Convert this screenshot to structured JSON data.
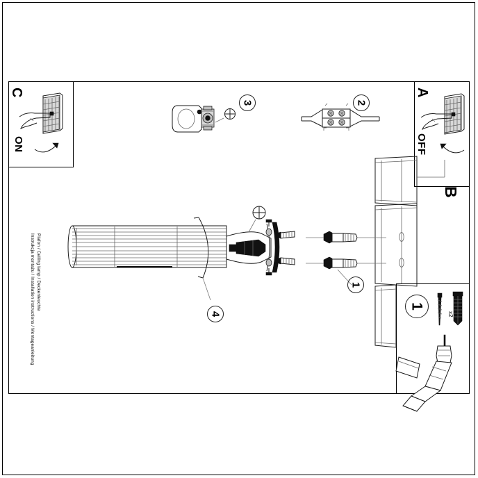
{
  "document": {
    "type": "installation-instruction-sheet",
    "orientation": "landscape-rotated-90",
    "title_line_1": "Instrukcja montażu / Installation instructions / Montageanleitung",
    "title_line_2": "Plafon / Ceiling lamp / Deckenleuchte"
  },
  "panels": {
    "c": {
      "letter": "C",
      "state_label": "ON",
      "caption": "hand switching breaker on"
    },
    "a": {
      "letter": "A",
      "state_label": "OFF",
      "caption": "hand switching breaker off"
    },
    "b": {
      "letter": "B",
      "caption": "main assembly view"
    },
    "step1_inset": {
      "letter": "1",
      "quantity_label": "x2",
      "caption": "drill holes, insert anchors and screws"
    }
  },
  "callouts": [
    {
      "id": "1",
      "label": "1",
      "refers_to": "wall anchor with screw"
    },
    {
      "id": "2",
      "label": "2",
      "refers_to": "terminal block wire connection"
    },
    {
      "id": "3",
      "label": "3",
      "refers_to": "bracket connector assembly"
    },
    {
      "id": "4",
      "label": "4",
      "refers_to": "lamp tube body"
    }
  ],
  "icons": {
    "screwdriver": "screwdriver-icon",
    "drill": "drill-icon",
    "anchor": "wall-anchor-icon",
    "screw": "screw-icon",
    "hand": "hand-icon",
    "breaker": "circuit-breaker-icon",
    "arrow_on": "arrow-right-icon",
    "arrow_off": "arrow-left-icon"
  },
  "colors": {
    "line": "#1a1a1a",
    "thin_line": "#666666",
    "fill_light": "#d8d8d8",
    "fill_dark": "#111111",
    "background": "#ffffff"
  }
}
